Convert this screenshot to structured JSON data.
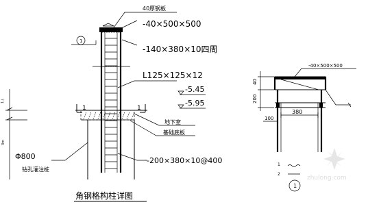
{
  "left_detail": {
    "plate_thickness_note": "40厚钢板",
    "top_plate_spec": "-40×500×500",
    "section_marker": "1",
    "around_plate_spec": "-140×380×10四周",
    "angle_steel_spec": "L125×125×12",
    "elevation_upper": "-5.45",
    "elevation_lower": "-5.95",
    "section_cut_left": "1",
    "section_cut_right": "1",
    "basement_label": "地下室",
    "foundation_label": "基础底板",
    "pile_diameter": "Φ800",
    "pile_label": "钻孔灌注桩",
    "batten_plate_spec": "-200×380×10@400",
    "dim_upper": "1⊥",
    "dim_lower": "3m",
    "title": "角钢格构柱详图"
  },
  "right_detail": {
    "plate_spec": "-40×500×500",
    "dim_top": "40",
    "dim_height": "200",
    "dim_width": "380",
    "dim_left": "100",
    "note_1": "1",
    "note_2": "2",
    "section_marker": "1"
  },
  "watermark": "zhulong.com"
}
